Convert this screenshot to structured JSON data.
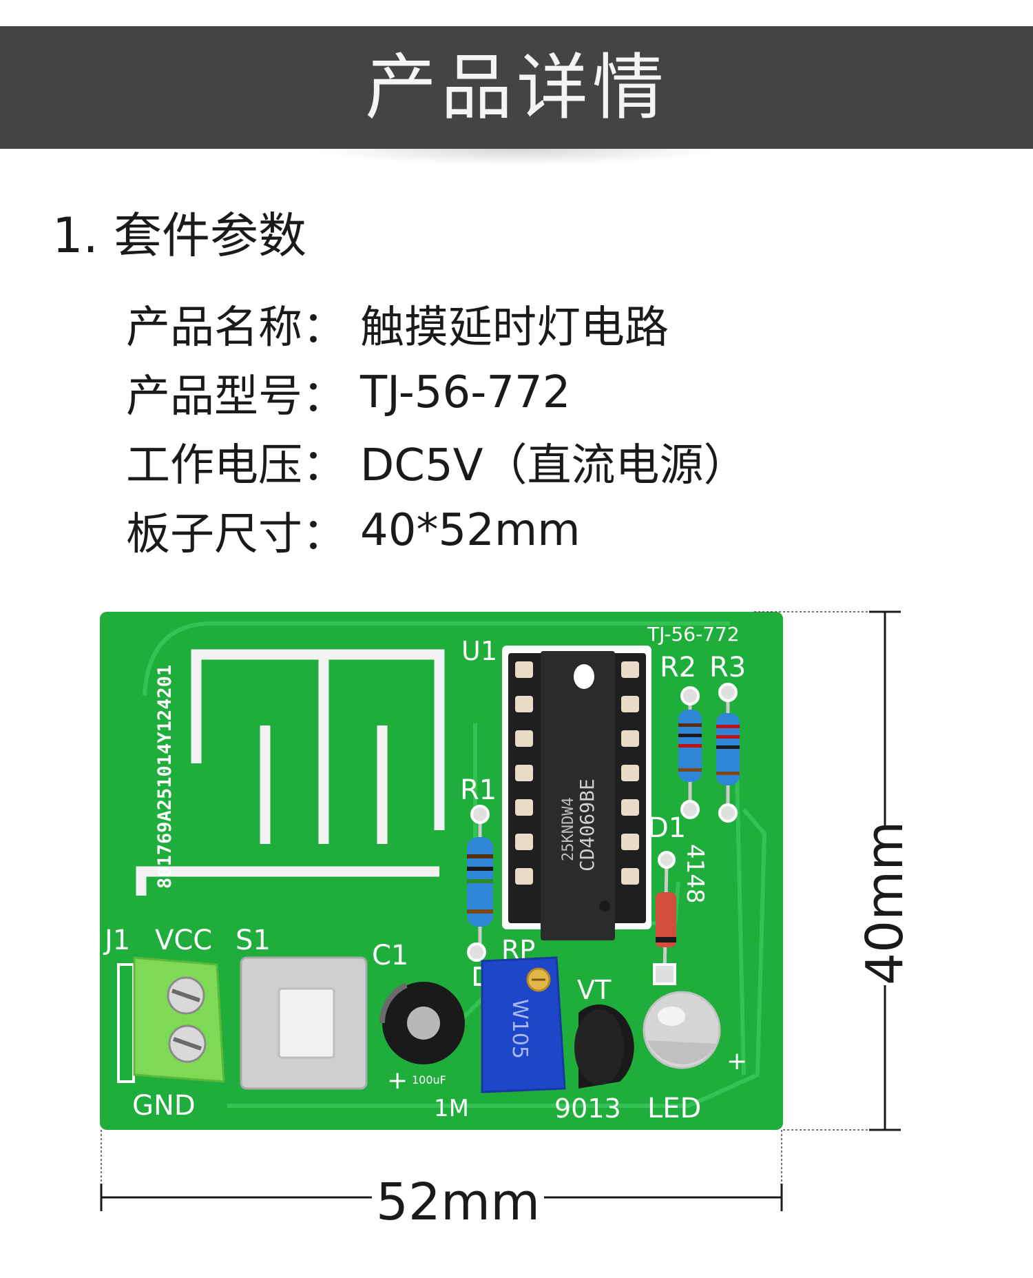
{
  "header": {
    "title": "产品详情"
  },
  "section": {
    "title": "1. 套件参数"
  },
  "params": [
    {
      "label": "产品名称：",
      "value": "触摸延时灯电路"
    },
    {
      "label": "产品型号：",
      "value": "TJ-56-772"
    },
    {
      "label": "工作电压：",
      "value": "DC5V（直流电源）"
    },
    {
      "label": "板子尺寸：",
      "value": "40*52mm"
    }
  ],
  "board": {
    "model_silk": "TJ-56-772",
    "serial_silk": "801769A251014Y124201",
    "labels": {
      "u1": "U1",
      "r1": "R1",
      "r2": "R2",
      "r3": "R3",
      "d1": "D1",
      "d1_part": "4148",
      "j1": "J1",
      "vcc": "VCC",
      "s1": "S1",
      "c1": "C1",
      "c1_value": "100uF",
      "rp": "RP",
      "vt": "VT",
      "gnd": "GND",
      "rp_value": "1M",
      "vt_part": "9013",
      "led": "LED",
      "plus": "+",
      "ic_part": "CD4069BE",
      "ic_batch": "25KNDW4",
      "pot_code": "W105"
    },
    "colors": {
      "pcb": "#1fae3c",
      "silk": "#ffffff",
      "ic": "#2b2b2b",
      "pot": "#1e46c8",
      "terminal": "#7ed957"
    }
  },
  "dimensions": {
    "width_label": "52mm",
    "height_label": "40mm"
  }
}
